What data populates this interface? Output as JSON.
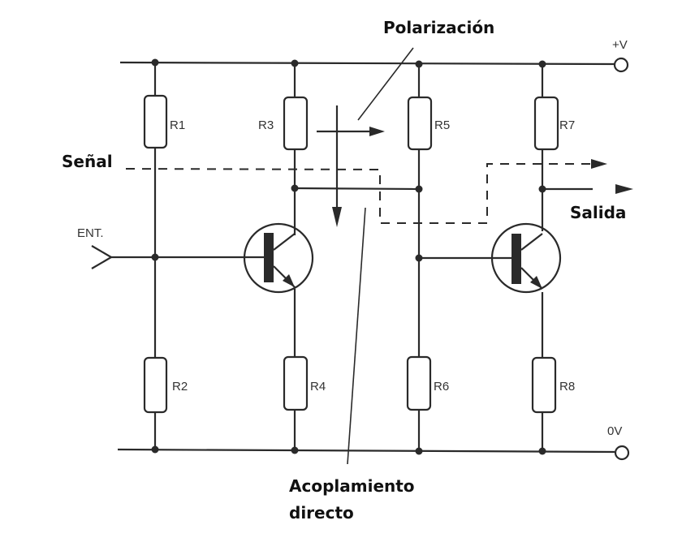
{
  "annotations": {
    "polarizacion": "Polarización",
    "senal": "Señal",
    "salida": "Salida",
    "acoplamiento_line1": "Acoplamiento",
    "acoplamiento_line2": "directo"
  },
  "terminals": {
    "vplus": "+V",
    "zero": "0V",
    "input": "ENT."
  },
  "resistors": [
    "R1",
    "R2",
    "R3",
    "R4",
    "R5",
    "R6",
    "R7",
    "R8"
  ],
  "colors": {
    "ink": "#2a2a2a",
    "text": "#111111"
  }
}
